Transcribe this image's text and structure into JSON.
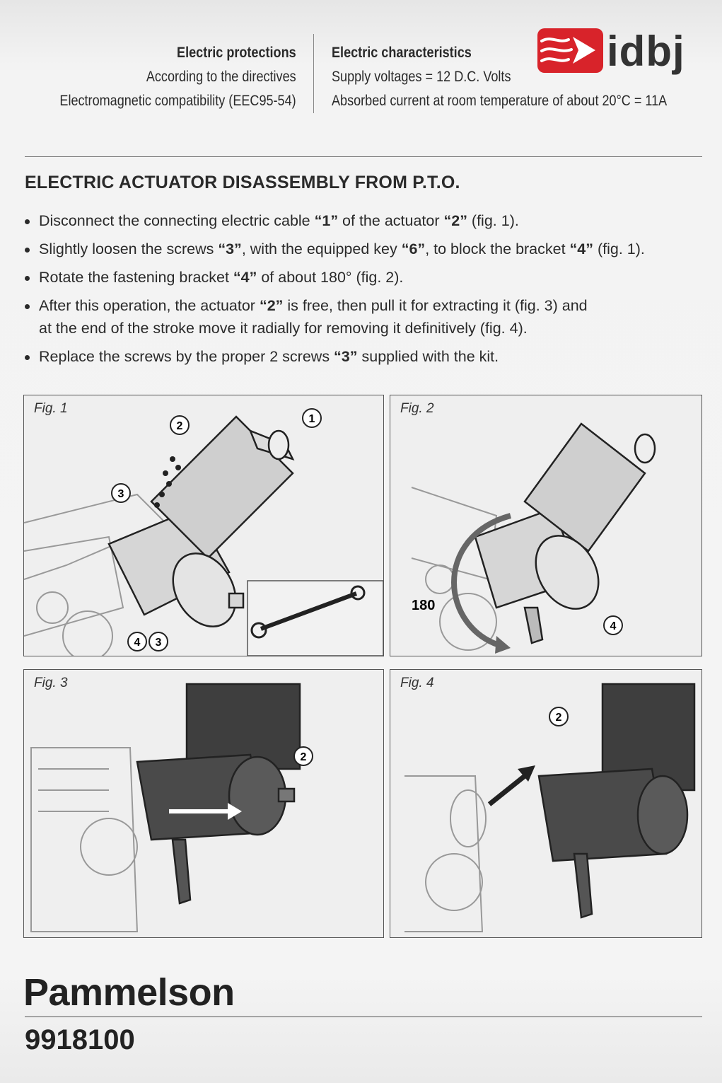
{
  "header": {
    "protections_title": "Electric protections",
    "protections_line1": "According to the directives",
    "protections_line2": "Electromagnetic compatibility (EEC95-54)",
    "characteristics_title": "Electric characteristics",
    "characteristics_line1": "Supply voltages = 12 D.C. Volts",
    "characteristics_line2": "Absorbed current at room temperature of about 20°C = 11A"
  },
  "logo": {
    "text": "idbj",
    "icon": "flame-arrow-icon",
    "color": "#d8232a"
  },
  "section_title": "ELECTRIC ACTUATOR DISASSEMBLY FROM P.T.O.",
  "steps": [
    {
      "parts": [
        "Disconnect the connecting electric cable ",
        "“1”",
        " of the actuator ",
        "“2”",
        " (fig. 1)."
      ]
    },
    {
      "parts": [
        "Slightly loosen the screws ",
        "“3”",
        ", with the equipped key ",
        "“6”",
        ", to block the bracket ",
        "“4”",
        " (fig. 1)."
      ]
    },
    {
      "parts": [
        "Rotate the fastening bracket ",
        "“4”",
        " of about 180° (fig. 2)."
      ]
    },
    {
      "parts": [
        "After this operation, the actuator ",
        "“2”",
        " is free, then pull it for extracting it (fig. 3) and"
      ],
      "line2": "at the end of the stroke move it radially for removing it definitively (fig. 4)."
    },
    {
      "parts": [
        "Replace the screws by the proper 2 screws ",
        "“3”",
        " supplied with the kit."
      ]
    }
  ],
  "figures": [
    {
      "label": "Fig. 1",
      "callouts": [
        "1",
        "2",
        "3",
        "4",
        "3"
      ]
    },
    {
      "label": "Fig. 2",
      "callouts": [
        "4"
      ],
      "angle_label": "180"
    },
    {
      "label": "Fig. 3",
      "callouts": [
        "2"
      ]
    },
    {
      "label": "Fig. 4",
      "callouts": [
        "2"
      ]
    }
  ],
  "footer": {
    "brand": "Pammelson",
    "code": "9918100"
  }
}
